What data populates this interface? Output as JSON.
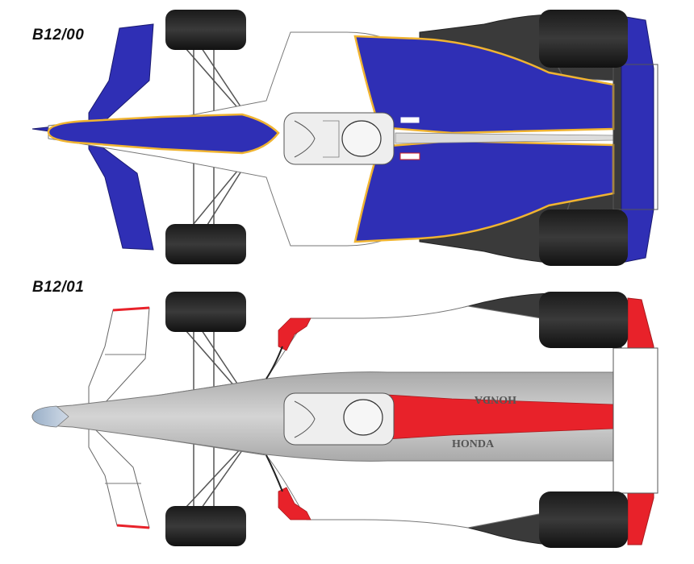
{
  "cars": [
    {
      "label": "B12/00",
      "livery": {
        "body": "#2f2fb5",
        "trim": "#f0b431",
        "base": "#ffffff"
      }
    },
    {
      "label": "B12/01",
      "livery": {
        "body": "#bdbdbd",
        "accent": "#e8222a",
        "sidepod": "#3a3a3a",
        "base": "#ffffff"
      },
      "sponsor_text": [
        "HONDA",
        "HONDA"
      ]
    }
  ]
}
